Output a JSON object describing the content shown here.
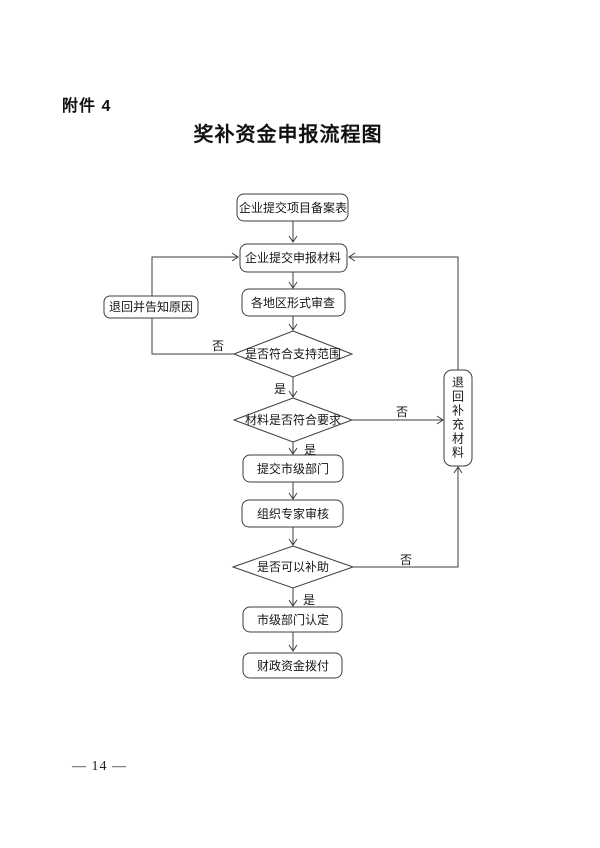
{
  "page": {
    "attachment_label": "附件 4",
    "title": "奖补资金申报流程图",
    "page_number": "— 14 —",
    "ink_color": "#3d3d3d"
  },
  "flowchart": {
    "nodes": {
      "project_filing": "企业提交项目备案表",
      "submit_materials": "企业提交申报材料",
      "format_review": "各地区形式审查",
      "scope_check": "是否符合支持范围",
      "return_notify": "退回并告知原因",
      "material_check": "材料是否符合要求",
      "return_supplement": "退回补充材料",
      "submit_city": "提交市级部门",
      "expert_review": "组织专家审核",
      "subsidy_check": "是否可以补助",
      "city_confirm": "市级部门认定",
      "fund_payment": "财政资金拨付"
    },
    "labels": {
      "yes": "是",
      "no": "否"
    }
  }
}
